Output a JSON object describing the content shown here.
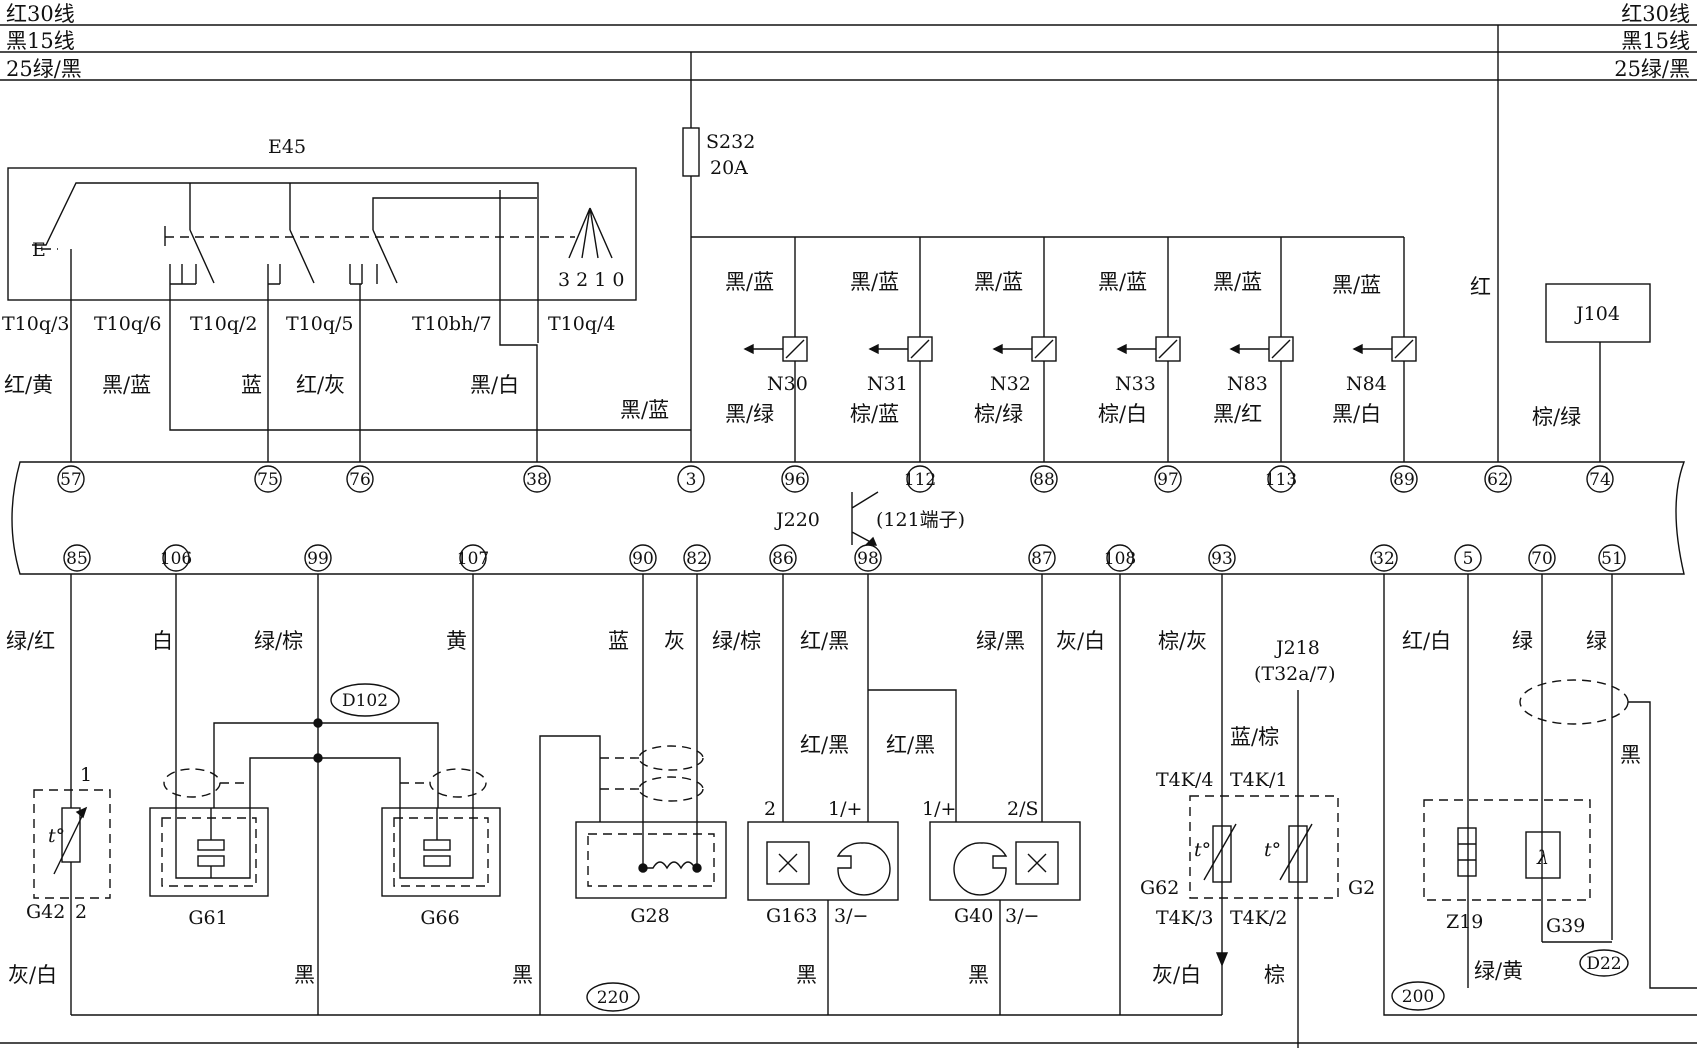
{
  "rails": {
    "r30_left": "红30线",
    "r30_right": "红30线",
    "r15_left": "黑15线",
    "r15_right": "黑15线",
    "r25_left": "25绿/黑",
    "r25_right": "25绿/黑"
  },
  "fuse": {
    "name": "S232",
    "rating": "20A"
  },
  "switch": {
    "name": "E45",
    "positions": "3 2 1 0",
    "terminals": [
      "T10q/3",
      "T10q/6",
      "T10q/2",
      "T10q/5",
      "T10bh/7",
      "T10q/4"
    ],
    "wires": [
      "红/黄",
      "黑/蓝",
      "蓝",
      "红/灰",
      "黑/白"
    ]
  },
  "feed_wire": "黑/蓝",
  "red_wire": "红",
  "injectors": [
    {
      "name": "N30",
      "in": "黑/蓝",
      "out": "黑/绿"
    },
    {
      "name": "N31",
      "in": "黑/蓝",
      "out": "棕/蓝"
    },
    {
      "name": "N32",
      "in": "黑/蓝",
      "out": "棕/绿"
    },
    {
      "name": "N33",
      "in": "黑/蓝",
      "out": "棕/白"
    },
    {
      "name": "N83",
      "in": "黑/蓝",
      "out": "黑/红"
    },
    {
      "name": "N84",
      "in": "黑/蓝",
      "out": "黑/白"
    }
  ],
  "j104": {
    "name": "J104",
    "wire": "棕/绿"
  },
  "ecu": {
    "name": "J220",
    "note": "(121端子)",
    "top_pins": [
      "57",
      "75",
      "76",
      "38",
      "3",
      "96",
      "112",
      "88",
      "97",
      "113",
      "89",
      "62",
      "74"
    ],
    "bottom_pins": [
      "85",
      "106",
      "99",
      "107",
      "90",
      "82",
      "86",
      "98",
      "87",
      "108",
      "93",
      "32",
      "5",
      "70",
      "51"
    ]
  },
  "bottom_wires": {
    "w85": "绿/红",
    "w106": "白",
    "w99": "绿/棕",
    "w107": "黄",
    "w90": "蓝",
    "w82": "灰",
    "w86": "绿/棕",
    "w98": "红/黑",
    "w87": "绿/黑",
    "w108": "灰/白",
    "w93": "棕/灰",
    "w32": "红/白",
    "w70": "绿",
    "w51": "绿",
    "rb1": "红/黑",
    "rb2": "红/黑",
    "blue_brown": "蓝/棕",
    "black_r": "黑",
    "g_black1": "黑",
    "g_black2": "黑",
    "g_black3": "黑",
    "g_black4": "黑",
    "grey_white_l": "灰/白",
    "grey_white_r": "灰/白",
    "brown": "棕",
    "green_yellow": "绿/黄"
  },
  "components": {
    "g42": {
      "name": "G42",
      "pin1": "1",
      "pin2": "2",
      "temp": "t°"
    },
    "g61": "G61",
    "g66": "G66",
    "g28": "G28",
    "d102": "D102",
    "g163": {
      "name": "G163",
      "p2": "2",
      "p1": "1/+",
      "p3": "3/−"
    },
    "g40": {
      "name": "G40",
      "p1": "1/+",
      "p2": "2/S",
      "p3": "3/−"
    },
    "j218": {
      "name": "J218",
      "pin": "(T32a/7)"
    },
    "g62": {
      "name": "G62",
      "t4": "T4K/4",
      "t3": "T4K/3",
      "temp": "t°"
    },
    "g2": {
      "name": "G2",
      "t1": "T4K/1",
      "t2": "T4K/2",
      "temp": "t°"
    },
    "z19": "Z19",
    "g39": {
      "name": "G39",
      "symbol": "λ"
    },
    "d22": "D22",
    "ground220": "220",
    "ground200": "200"
  }
}
